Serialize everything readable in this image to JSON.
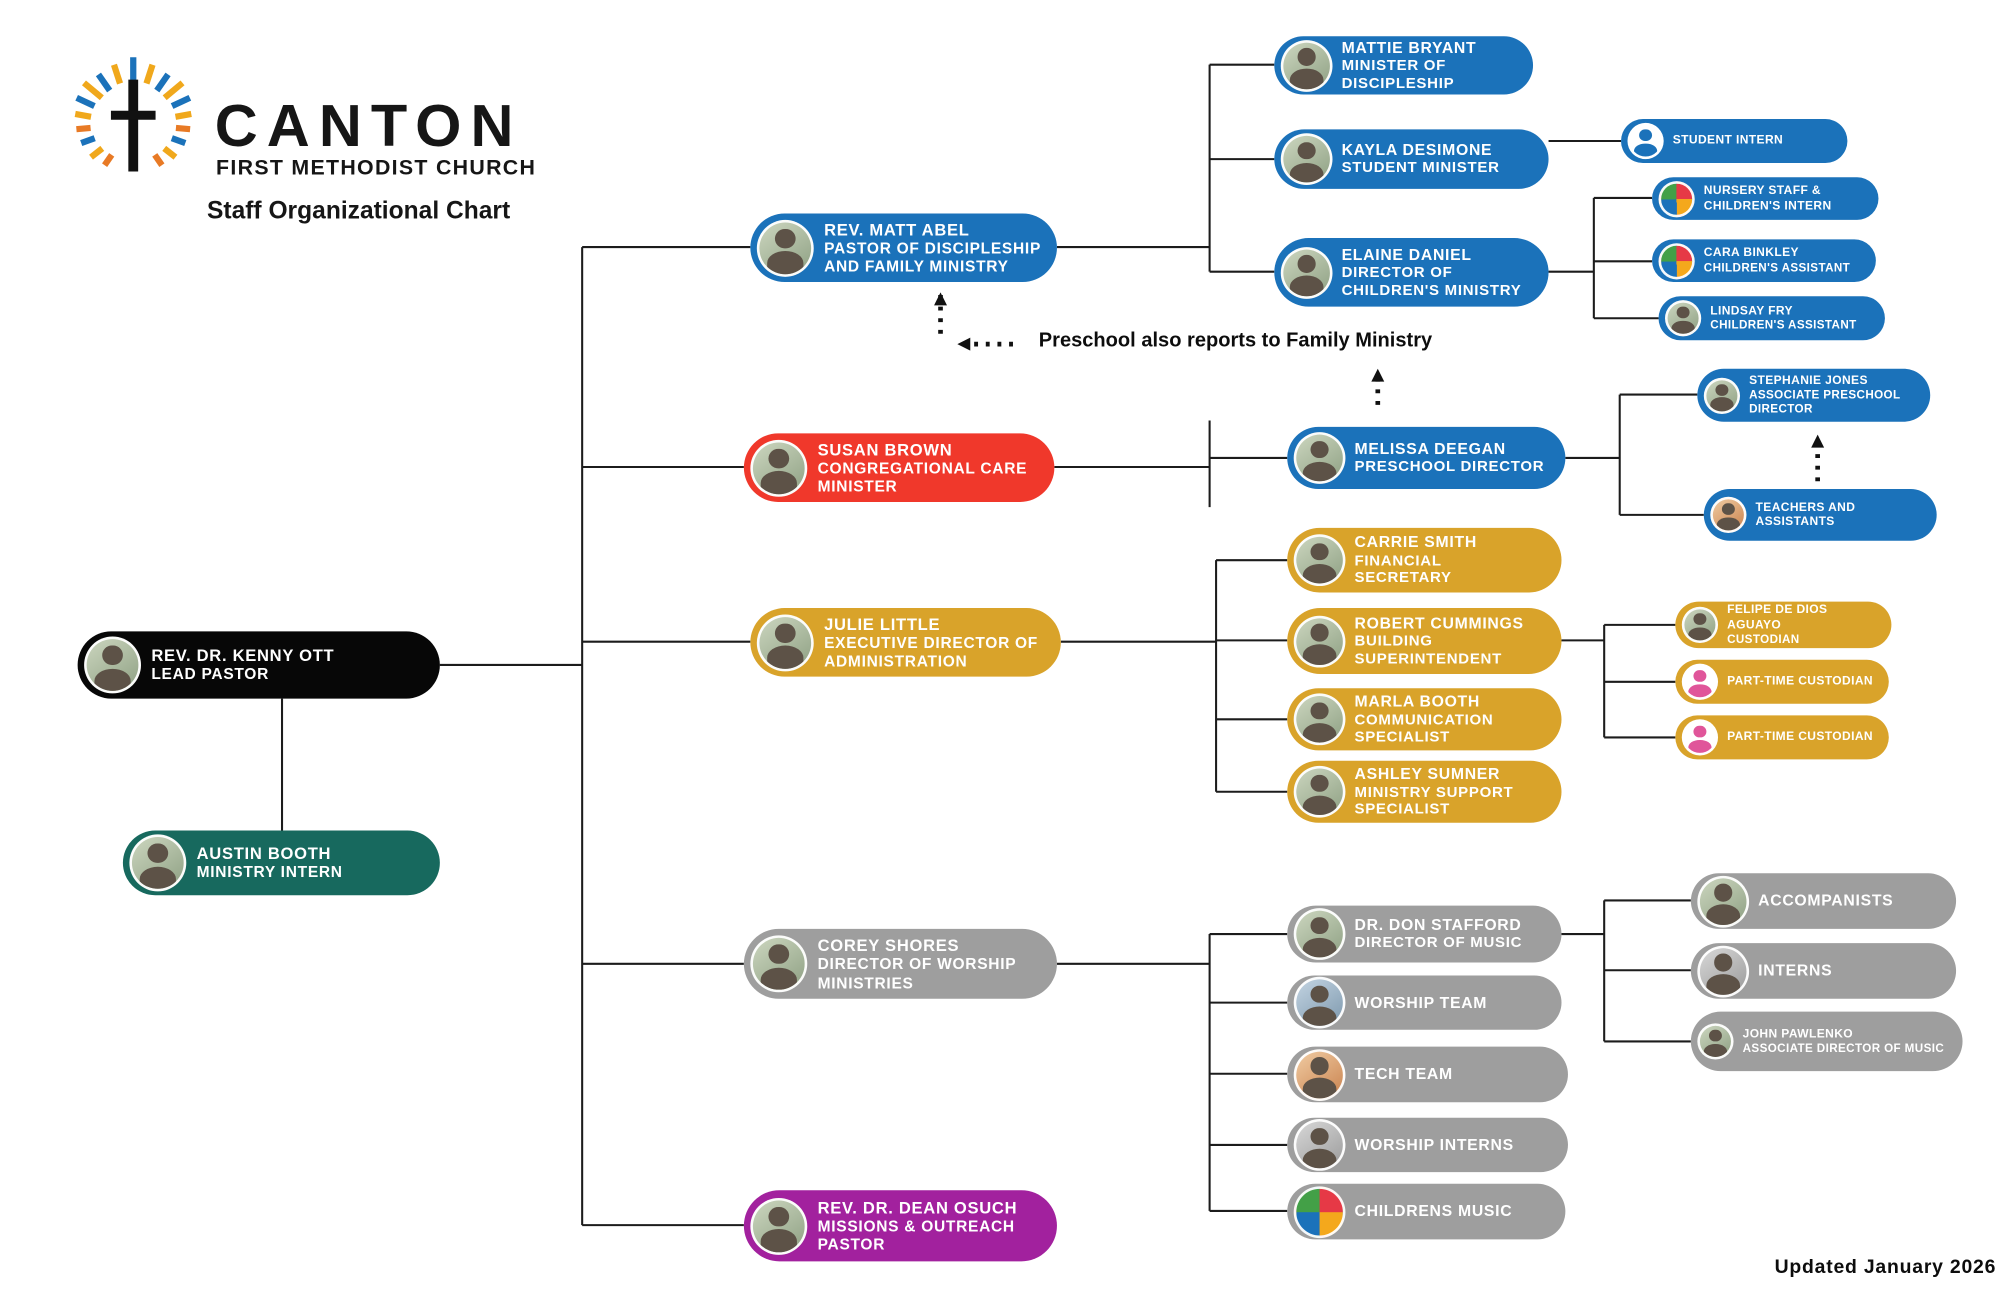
{
  "brand": {
    "name": "CANTON",
    "subname": "FIRST METHODIST CHURCH",
    "chart_title": "Staff Organizational Chart"
  },
  "annotation": {
    "text": "Preschool also reports to Family Ministry"
  },
  "footer": {
    "updated": "Updated January 2026"
  },
  "colors": {
    "blue": "#1B72BA",
    "red": "#F0382B",
    "gold": "#D9A32A",
    "gray": "#9E9E9E",
    "teal": "#17695E",
    "black": "#070707",
    "purple": "#A2219E",
    "wire": "#1C1C1C"
  },
  "nodes": {
    "kenny_ott": {
      "name": "REV. DR. KENNY OTT",
      "title": "LEAD PASTOR"
    },
    "austin_booth": {
      "name": "AUSTIN BOOTH",
      "title": "MINISTRY INTERN"
    },
    "matt_abel": {
      "name": "REV. MATT ABEL",
      "title": "PASTOR OF DISCIPLESHIP AND FAMILY MINISTRY"
    },
    "susan_brown": {
      "name": "SUSAN BROWN",
      "title": "CONGREGATIONAL CARE MINISTER"
    },
    "julie_little": {
      "name": "JULIE LITTLE",
      "title": "EXECUTIVE DIRECTOR OF ADMINISTRATION"
    },
    "corey_shores": {
      "name": "COREY SHORES",
      "title": "DIRECTOR OF WORSHIP MINISTRIES"
    },
    "dean_osuch": {
      "name": "REV. DR. DEAN OSUCH",
      "title": "MISSIONS & OUTREACH PASTOR"
    },
    "mattie_bryant": {
      "name": "MATTIE BRYANT",
      "title": "MINISTER OF DISCIPLESHIP"
    },
    "kayla_desimone": {
      "name": "KAYLA DESIMONE",
      "title": "STUDENT MINISTER"
    },
    "student_intern": {
      "title": "STUDENT INTERN"
    },
    "elaine_daniel": {
      "name": "ELAINE DANIEL",
      "title": "DIRECTOR OF CHILDREN'S MINISTRY"
    },
    "nursery_staff": {
      "title": "NURSERY STAFF & CHILDREN'S INTERN"
    },
    "cara_binkley": {
      "name": "CARA BINKLEY",
      "title": "CHILDREN'S ASSISTANT"
    },
    "lindsay_fry": {
      "name": "LINDSAY FRY",
      "title": "CHILDREN'S ASSISTANT"
    },
    "melissa_deegan": {
      "name": "MELISSA DEEGAN",
      "title": "PRESCHOOL DIRECTOR"
    },
    "stephanie_jones": {
      "name": "STEPHANIE JONES",
      "title": "ASSOCIATE PRESCHOOL DIRECTOR"
    },
    "teachers_assistants": {
      "title": "TEACHERS AND ASSISTANTS"
    },
    "carrie_smith": {
      "name": "CARRIE SMITH",
      "title": "FINANCIAL SECRETARY"
    },
    "robert_cummings": {
      "name": "ROBERT CUMMINGS",
      "title": "BUILDING SUPERINTENDENT"
    },
    "felipe_de_dios_aguayo": {
      "name": "FELIPE DE DIOS AGUAYO",
      "title": "CUSTODIAN"
    },
    "part_time_custodian_1": {
      "title": "PART-TIME CUSTODIAN"
    },
    "part_time_custodian_2": {
      "title": "PART-TIME CUSTODIAN"
    },
    "marla_booth": {
      "name": "MARLA BOOTH",
      "title": "COMMUNICATION SPECIALIST"
    },
    "ashley_sumner": {
      "name": "ASHLEY SUMNER",
      "title": "MINISTRY SUPPORT SPECIALIST"
    },
    "don_stafford": {
      "name": "DR. DON STAFFORD",
      "title": "DIRECTOR OF MUSIC"
    },
    "worship_team": {
      "title": "WORSHIP TEAM"
    },
    "tech_team": {
      "title": "TECH TEAM"
    },
    "worship_interns": {
      "title": "WORSHIP INTERNS"
    },
    "childrens_music": {
      "title": "CHILDRENS MUSIC"
    },
    "accompanists": {
      "title": "ACCOMPANISTS"
    },
    "interns": {
      "title": "INTERNS"
    },
    "john_pawlenko": {
      "name": "JOHN PAWLENKO",
      "title": "ASSOCIATE DIRECTOR OF MUSIC"
    }
  }
}
